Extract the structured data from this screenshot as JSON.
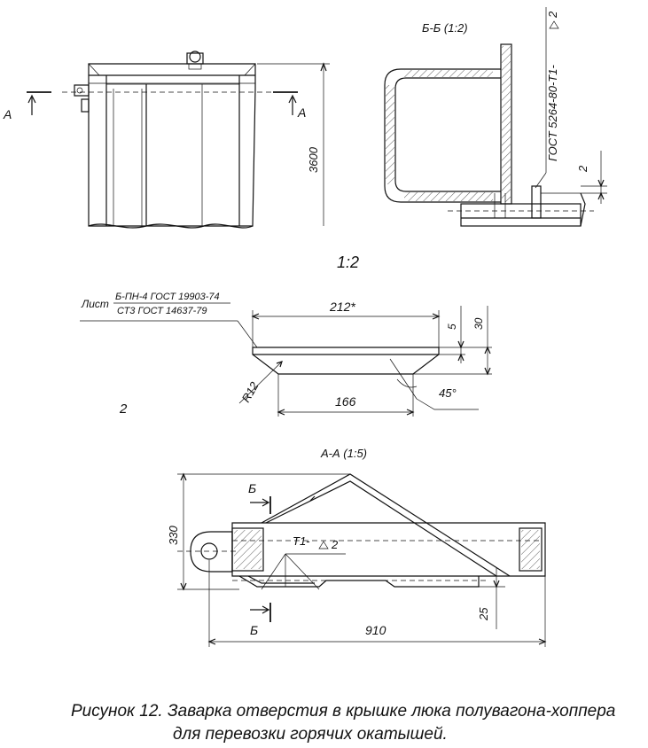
{
  "labels": {
    "section_a_left": "А",
    "section_a_right": "А",
    "section_bb_title": "Б-Б (1:2)",
    "dim_3600": "3600",
    "gost_weld": "ГОСТ 5264-80-Т1-",
    "gost_weld_leg": "2",
    "dim_2": "2",
    "scale_12": "1:2",
    "part_no": "2",
    "sheet_prefix": "Лист",
    "sheet_top": "Б-ПН-4 ГОСТ 19903-74",
    "sheet_bottom": "СТ3 ГОСТ 14637-79",
    "dim_212": "212*",
    "dim_5": "5",
    "dim_30": "30",
    "dim_r12": "R12",
    "dim_166": "166",
    "dim_45": "45°",
    "section_aa_title": "А-А (1:5)",
    "section_b_top": "Б",
    "section_b_bottom": "Б",
    "dim_330": "330",
    "weld_t1": "Т1-",
    "weld_t1_leg": "2",
    "dim_25": "25",
    "dim_910": "910"
  },
  "caption": {
    "line1": "Рисунок 12. Заварка отверстия в крышке люка полувагона-хоппера",
    "line2": "для перевозки горячих окатышей."
  }
}
